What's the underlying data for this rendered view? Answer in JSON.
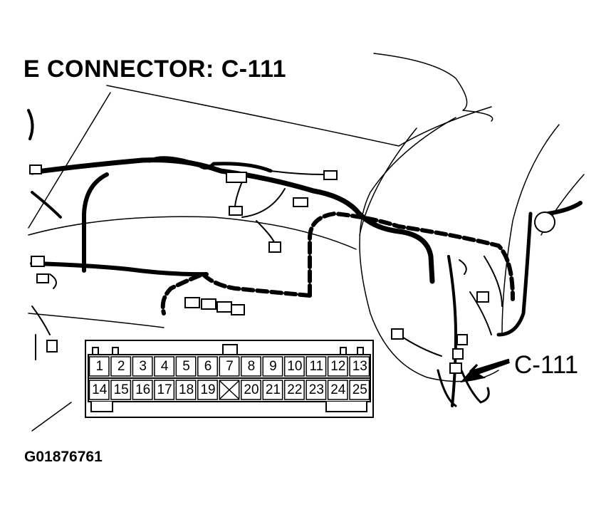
{
  "title": "CONNECTOR: C-111",
  "title_prefix": "E",
  "callout_label": "C-111",
  "figure_id": "G01876761",
  "connector": {
    "top_row": [
      "1",
      "2",
      "3",
      "4",
      "5",
      "6",
      "7",
      "8",
      "9",
      "10",
      "11",
      "12",
      "13"
    ],
    "bottom_row": [
      "14",
      "15",
      "16",
      "17",
      "18",
      "19",
      "",
      "20",
      "21",
      "22",
      "23",
      "24",
      "25"
    ],
    "empty_cavity_index": 6
  }
}
